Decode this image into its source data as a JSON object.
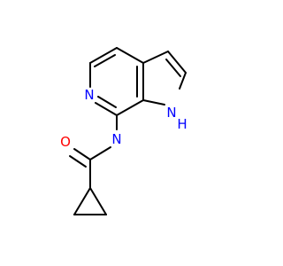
{
  "molecule": {
    "atoms": {
      "pyridine_n": {
        "symbol": "N",
        "color": "#0000ff"
      },
      "amide_o": {
        "symbol": "O",
        "color": "#ff0000"
      },
      "amide_n": {
        "symbol": "N",
        "color": "#0000ff"
      },
      "pyrrole_n": {
        "symbol": "N",
        "color": "#0000ff"
      },
      "pyrrole_h": {
        "symbol": "H",
        "color": "#0000ff"
      }
    },
    "bond_color": "#000000"
  }
}
